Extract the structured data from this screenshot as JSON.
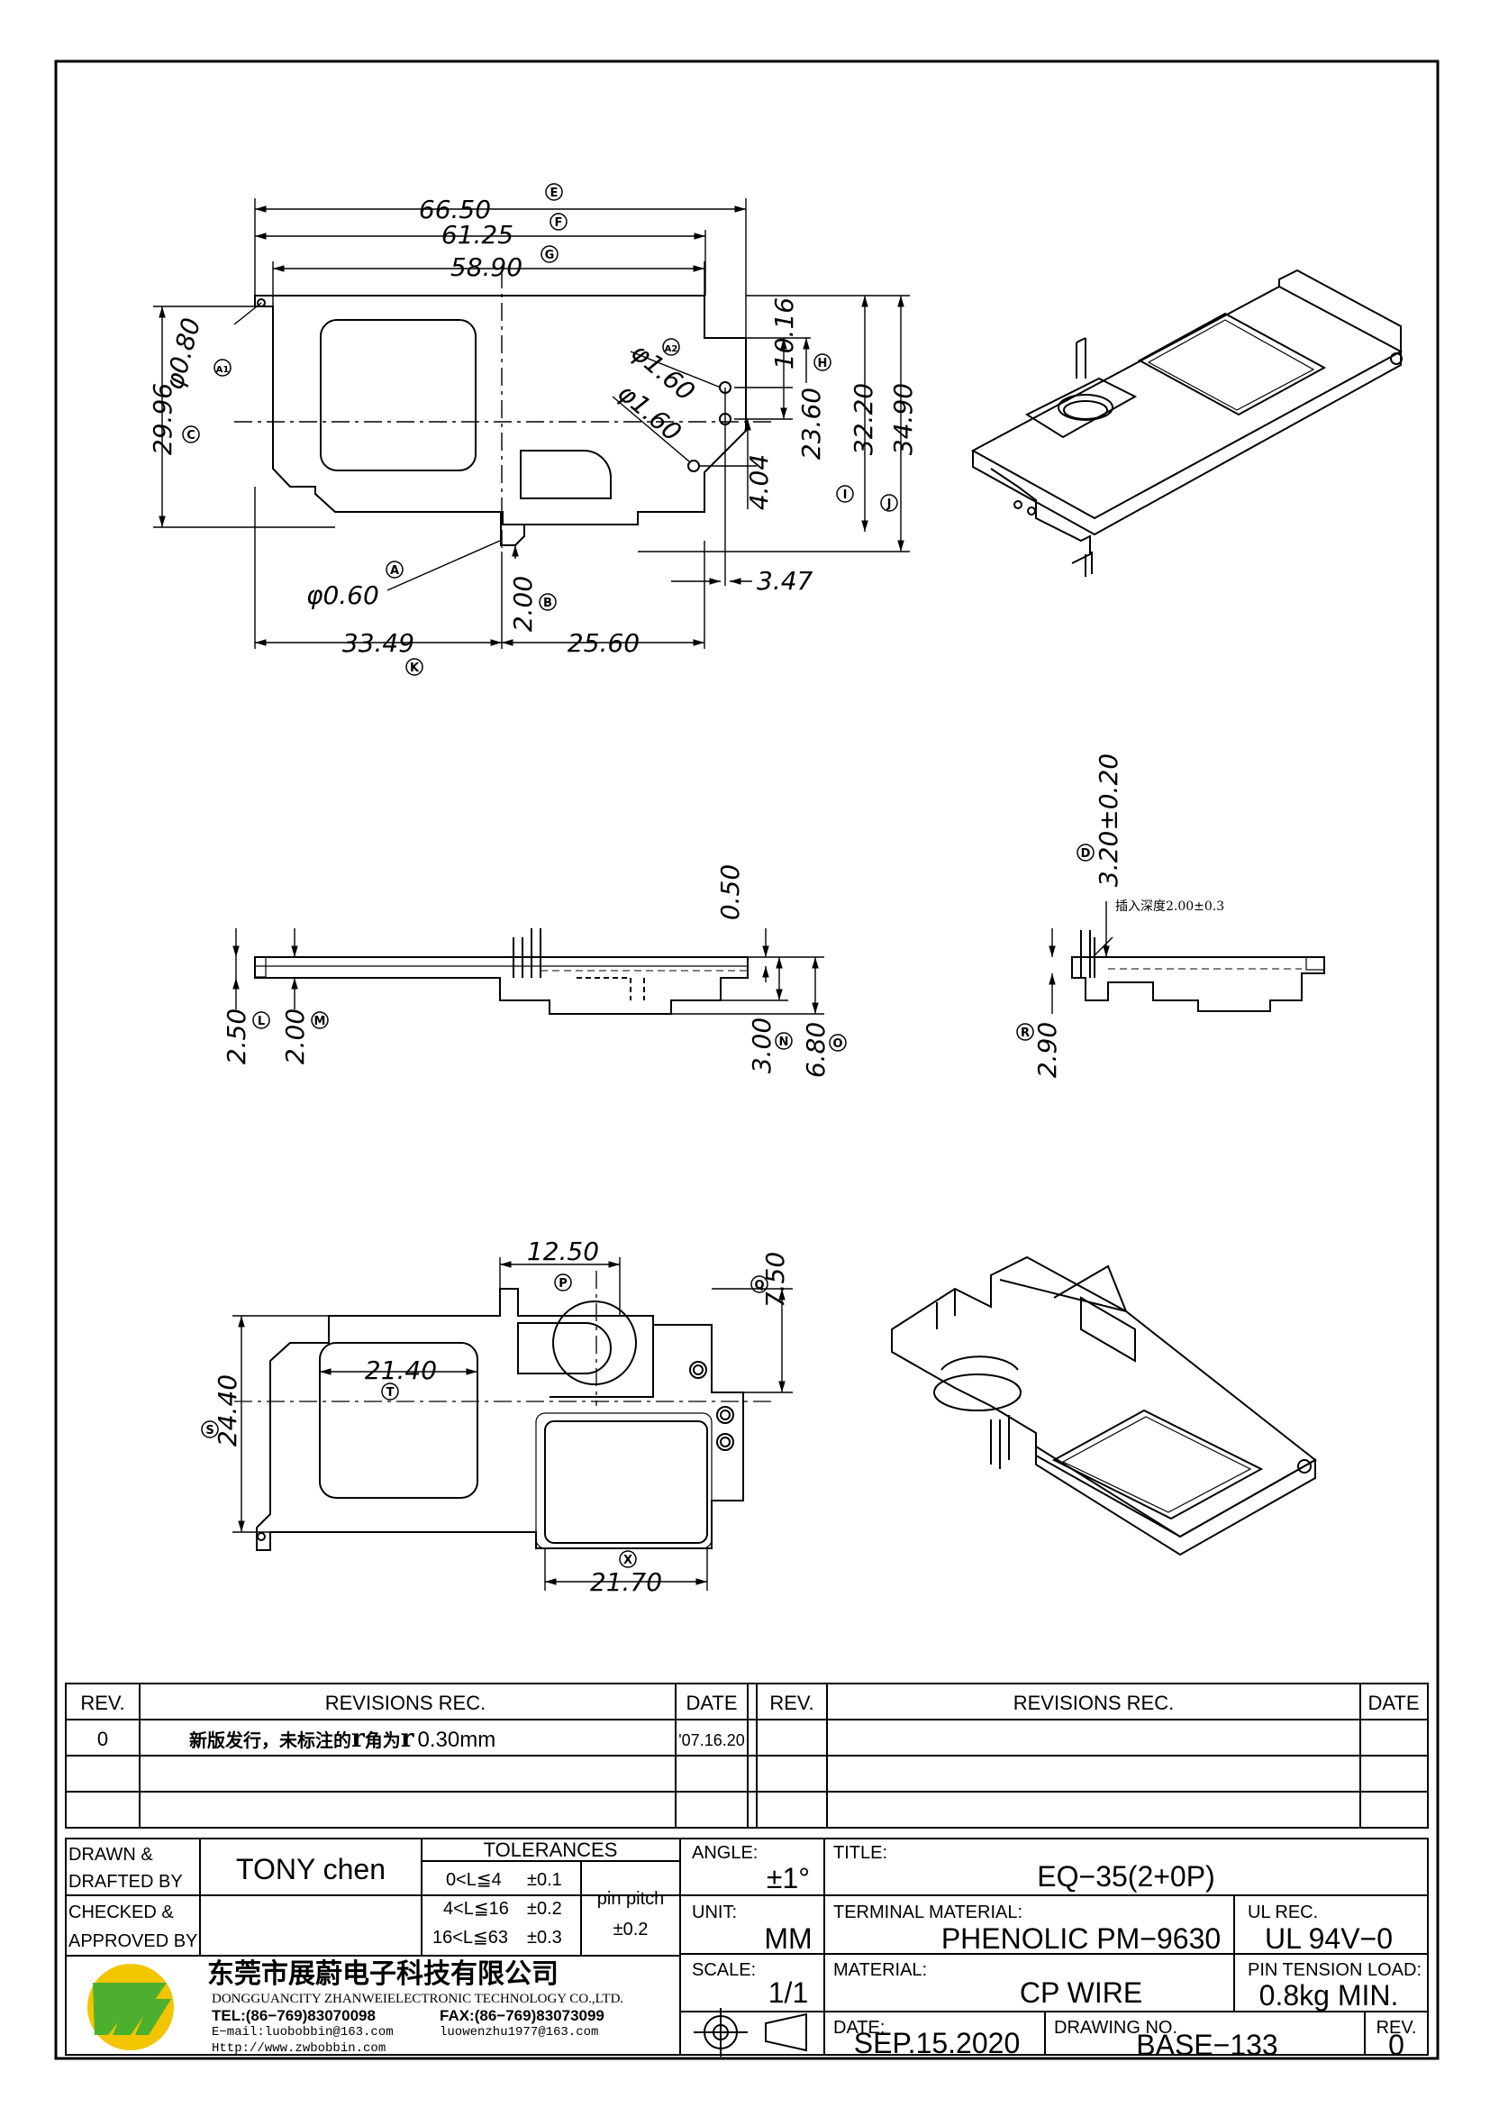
{
  "views": {
    "top": {
      "dims": {
        "w1": "66.50",
        "w2": "61.25",
        "w3": "58.90",
        "h1": "29.96",
        "d1": "φ0.80",
        "d2": "φ1.60",
        "d3": "φ1.60",
        "h_right": "10.16",
        "h2": "23.60",
        "h3": "32.20",
        "h4": "34.90",
        "d4": "4.04",
        "d5": "3.47",
        "d6": "φ0.60",
        "d7": "2.00",
        "w4": "33.49",
        "w5": "25.60"
      },
      "markers": {
        "E": "E",
        "F": "F",
        "G": "G",
        "A1": "A1",
        "C": "C",
        "A2": "A2",
        "H": "H",
        "I": "I",
        "J": "J",
        "A": "A",
        "B": "B",
        "K": "K"
      }
    },
    "side": {
      "dims": {
        "t1": "0.50",
        "t2": "2.50",
        "t3": "2.00",
        "t4": "3.00",
        "t5": "6.80"
      },
      "markers": {
        "L": "L",
        "M": "M",
        "N": "N",
        "O": "O"
      }
    },
    "end": {
      "dims": {
        "t1": "3.20±0.20",
        "t2": "2.90",
        "note": "插入深度2.00±0.3"
      },
      "markers": {
        "D": "D",
        "R": "R"
      }
    },
    "bottom": {
      "dims": {
        "w1": "12.50",
        "h1": "7.50",
        "w2": "21.40",
        "h2": "24.40",
        "w3": "21.70"
      },
      "markers": {
        "P": "P",
        "Q": "Q",
        "T": "T",
        "S": "S",
        "X": "X"
      }
    }
  },
  "revisions": {
    "headers": {
      "rev": "REV.",
      "rec": "REVISIONS   REC.",
      "date": "DATE"
    },
    "rows": [
      {
        "rev": "0",
        "rec_prefix": "新版发行，未标注的",
        "r1": "r",
        "rec_mid": "角为",
        "r2": "r",
        "rec_val": "0.30mm",
        "date": "'07.16.20"
      }
    ]
  },
  "titleblock": {
    "drawn_label": "DRAWN &",
    "drafted_label": "DRAFTED BY",
    "drawn_value": "TONY  chen",
    "checked_label": "CHECKED &",
    "approved_label": "APPROVED BY",
    "tolerances_label": "TOLERANCES",
    "tol_rows": [
      {
        "range": "0<L≦4",
        "val": "±0.1"
      },
      {
        "range": "4<L≦16",
        "val": "±0.2"
      },
      {
        "range": "16<L≦63",
        "val": "±0.3"
      }
    ],
    "pin_pitch_label": "pin  pitch",
    "pin_pitch_val": "±0.2",
    "angle_label": "ANGLE:",
    "angle_val": "±1°",
    "unit_label": "UNIT:",
    "unit_val": "MM",
    "scale_label": "SCALE:",
    "scale_val": "1/1",
    "title_label": "TITLE:",
    "title_val": "EQ−35(2+0P)",
    "terminal_label": "TERMINAL MATERIAL:",
    "terminal_val": "PHENOLIC  PM−9630",
    "ul_label": "UL  REC.",
    "ul_val": "UL  94V−0",
    "material_label": "MATERIAL:",
    "material_val": "CP  WIRE",
    "pin_tension_label": "PIN TENSION  LOAD:",
    "pin_tension_val": "0.8kg  MIN.",
    "date_label": "DATE:",
    "date_val": "SEP.15.2020",
    "drawing_no_label": "DRAWING  NO.",
    "drawing_no_val": "BASE−133",
    "rev_label": "REV.",
    "rev_val": "0",
    "company_cn": "东莞市展蔚电子科技有限公司",
    "company_en": "DONGGUANCITY  ZHANWEIELECTRONIC  TECHNOLOGY  CO.,LTD.",
    "tel": "TEL:(86−769)83070098",
    "fax": "FAX:(86−769)83073099",
    "email1": "E−mail:luobobbin@163.com",
    "email2": "luowenzhu1977@163.com",
    "web": "Http://www.zwbobbin.com",
    "colors": {
      "logo_green": "#4caf2e",
      "logo_yellow": "#f2c500"
    }
  }
}
